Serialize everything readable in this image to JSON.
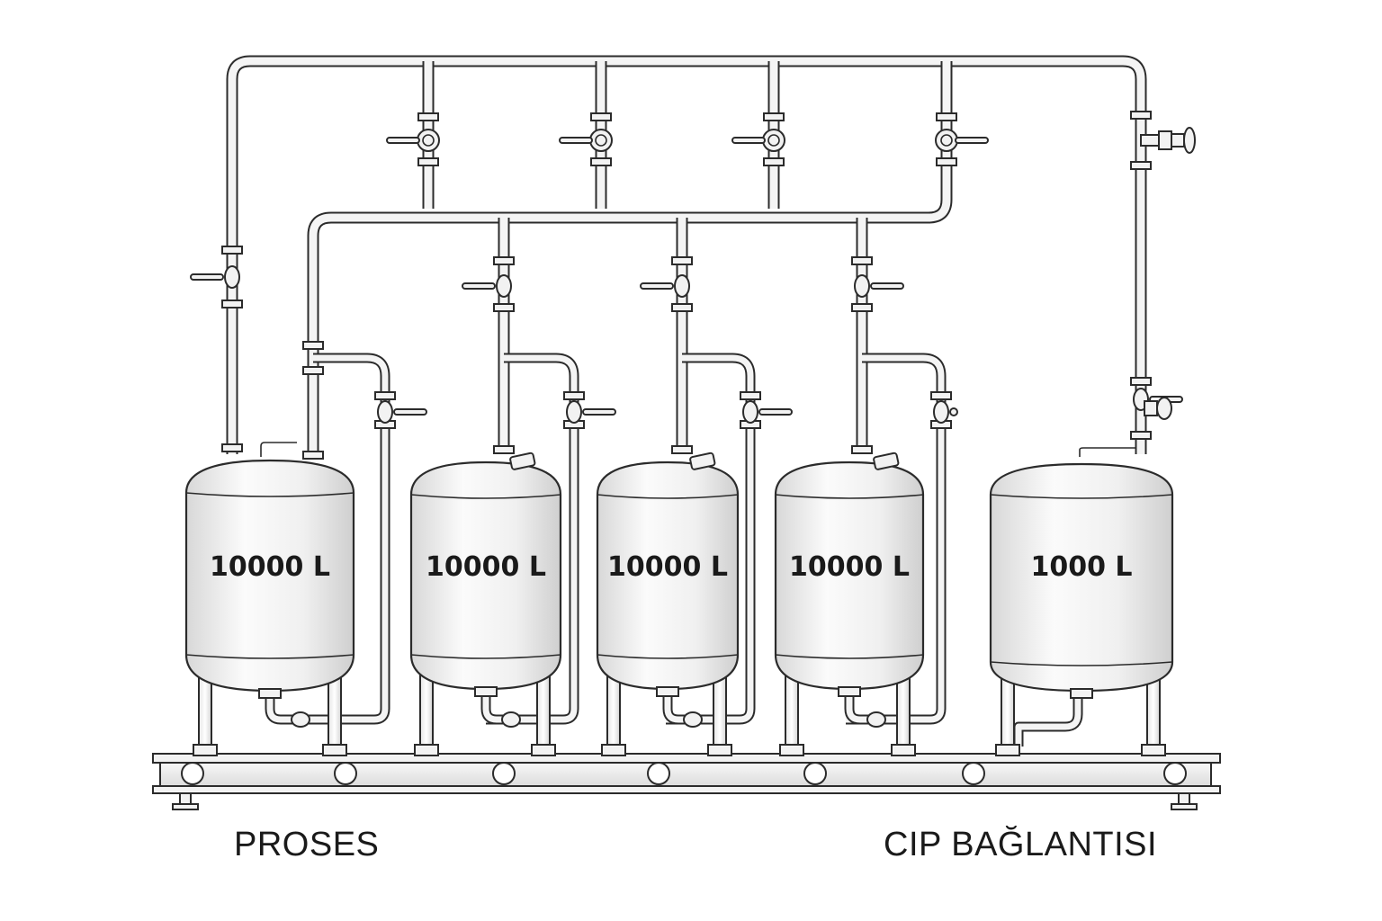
{
  "tanks": [
    {
      "label": "10000 L"
    },
    {
      "label": "10000 L"
    },
    {
      "label": "10000 L"
    },
    {
      "label": "10000 L"
    },
    {
      "label": "1000 L"
    }
  ],
  "captions": {
    "left": "PROSES",
    "right": "CIP BAĞLANTISI"
  }
}
